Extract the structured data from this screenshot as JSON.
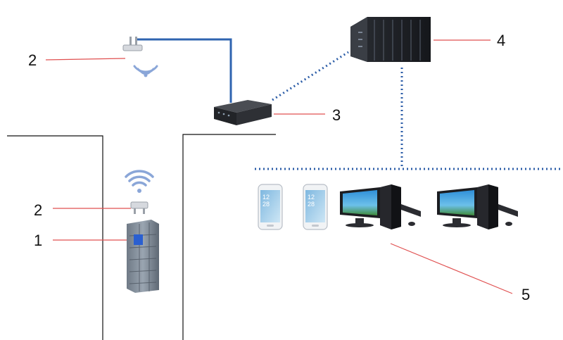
{
  "callouts": {
    "c1": "1",
    "c2a": "2",
    "c2b": "2",
    "c3": "3",
    "c4": "4",
    "c5": "5"
  },
  "phones": {
    "p1": {
      "time_hour": "12",
      "time_min": "28"
    },
    "p2": {
      "time_hour": "12",
      "time_min": "28"
    }
  },
  "colors": {
    "leader_line": "#e05050",
    "cable": "#2f64b0",
    "dotted_link": "#2d5ea8",
    "wall": "#111111",
    "wifi": "#8aa6d8"
  },
  "icons": {
    "access_point": "wireless-access-point-icon",
    "wifi": "wifi-signal-icon",
    "gateway": "gateway-box-icon",
    "server_rack": "server-rack-icon",
    "sensor_module": "sensor-module-icon",
    "phone": "smartphone-icon",
    "desktop": "desktop-computer-icon"
  }
}
